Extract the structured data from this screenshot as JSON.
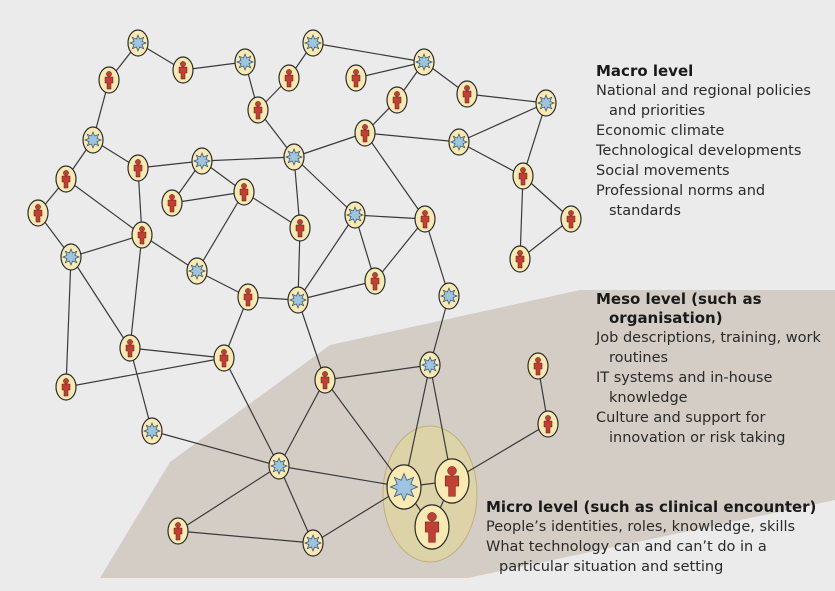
{
  "colors": {
    "background": "#ebebeb",
    "meso_band": "#d4cdc6",
    "micro_circle": "#ddd3a8",
    "node_fill": "#f9e9b2",
    "person": "#c13f35",
    "star": "#9ec4e0",
    "edge": "#3a3a3a"
  },
  "macro": {
    "title": "Macro level",
    "items": [
      "National and regional policies and priorities",
      "Economic climate",
      "Technological developments",
      "Social movements",
      "Professional norms and standards"
    ]
  },
  "meso": {
    "title": "Meso level (such as organisation)",
    "items": [
      "Job descriptions, training, work routines",
      "IT systems and in-house knowledge",
      "Culture and support for innovation or risk taking"
    ]
  },
  "micro": {
    "title": "Micro level (such as clinical encounter)",
    "items": [
      "People’s identities, roles, knowledge, skills",
      "What technology can and can’t do in a particular situation and setting"
    ]
  },
  "node_icons": [
    "person-icon",
    "technology-star-icon"
  ]
}
